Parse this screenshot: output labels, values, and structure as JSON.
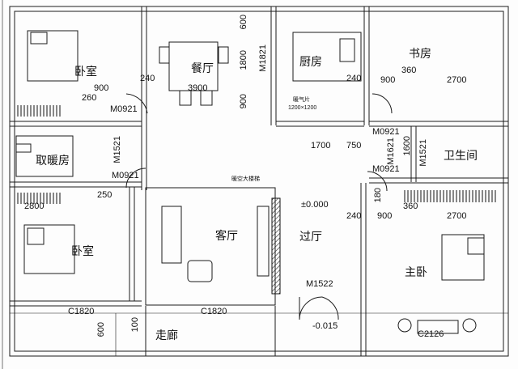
{
  "rooms": {
    "bedroom_top_left": "卧室",
    "dining": "餐厅",
    "kitchen": "厨房",
    "study": "书房",
    "heating_room": "取暖房",
    "bathroom": "卫生间",
    "living": "客厅",
    "hall": "过厅",
    "bedroom_bottom_left": "卧室",
    "master_bedroom": "主卧",
    "corridor": "走廊"
  },
  "doors": [
    "M0921",
    "M0921",
    "M1521",
    "M1821",
    "M0921",
    "M1621",
    "M0921",
    "M1521",
    "M1522"
  ],
  "windows": [
    "C1820",
    "C1820",
    "C2126"
  ],
  "dimensions": [
    "900",
    "240",
    "260",
    "3900",
    "1800",
    "900",
    "600",
    "240",
    "360",
    "2700",
    "900",
    "750",
    "1700",
    "250",
    "2800",
    "180",
    "240",
    "900",
    "360",
    "2700",
    "1600",
    "100",
    "600"
  ],
  "levels": {
    "floor": "±0.000",
    "entrance": "-0.015"
  },
  "notes": {
    "stair_hatch": "暖空大楼梯",
    "kitchen_box_title": "暖气片",
    "kitchen_box_dim": "1200×1200"
  }
}
